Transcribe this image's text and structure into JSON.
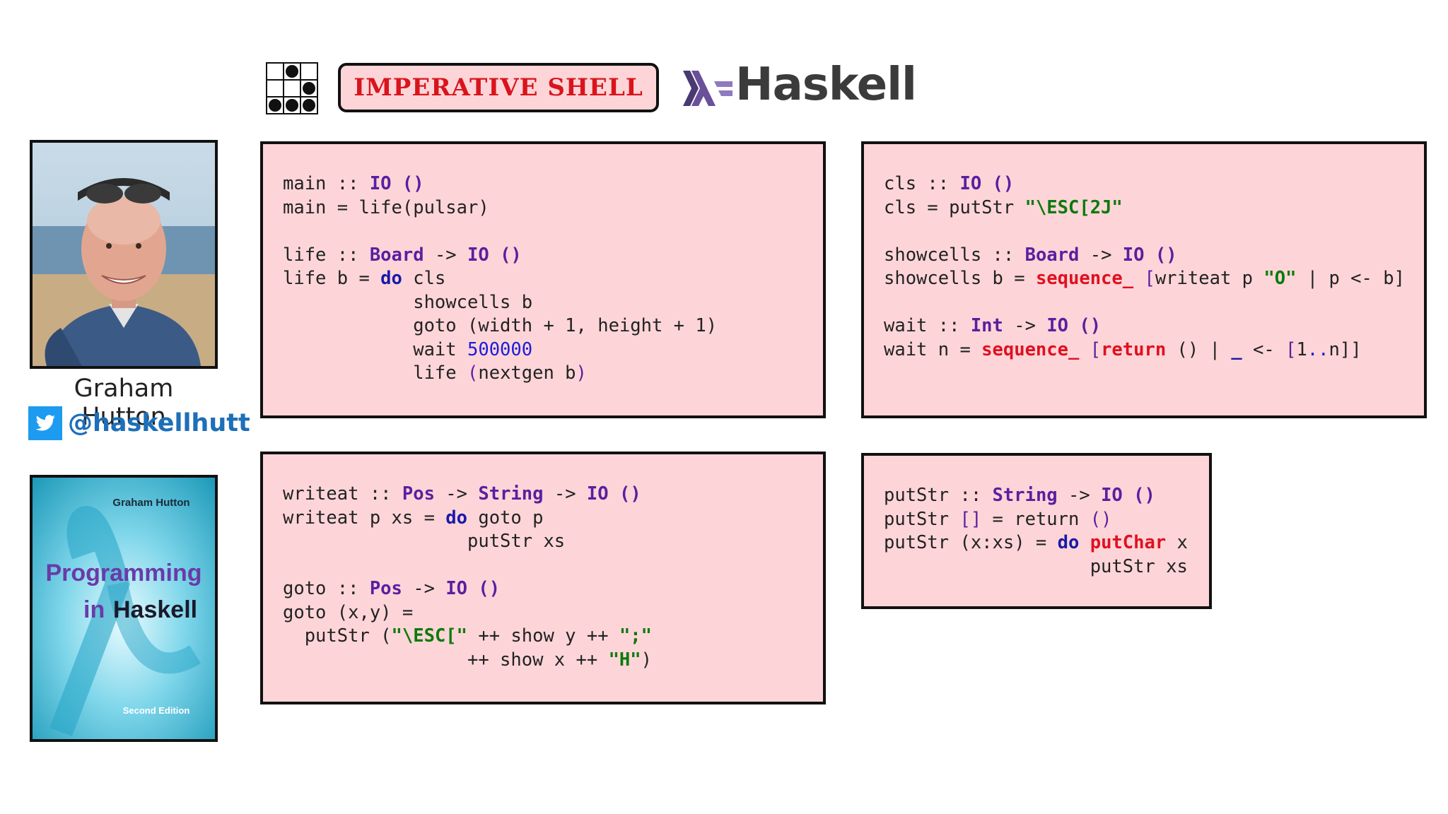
{
  "header": {
    "title": "IMPERATIVE SHELL",
    "logo_text": "Haskell",
    "glider_icon": "game-of-life-glider-icon",
    "haskell_logo_icon": "haskell-logo-icon"
  },
  "author": {
    "name": "Graham Hutton",
    "twitter_handle": "@haskellhutt",
    "twitter_icon": "twitter-bird-icon"
  },
  "book": {
    "author": "Graham Hutton",
    "title_line1": "Programming",
    "title_line2_a": "in",
    "title_line2_b": "Haskell",
    "edition": "Second Edition"
  },
  "colors": {
    "code_box_bg": "#fdd5d8",
    "title_red": "#d9141c",
    "keyword_purple": "#5a1fa0",
    "string_green": "#0b7a0b",
    "builtin_red": "#e01020",
    "number_blue": "#1c1cd8"
  },
  "code_boxes": [
    {
      "lines": [
        [
          [
            "main :: ",
            ""
          ],
          [
            "IO ()",
            "kw"
          ]
        ],
        [
          [
            "main = life(pulsar)",
            ""
          ]
        ],
        [
          [
            "",
            ""
          ]
        ],
        [
          [
            "life :: ",
            ""
          ],
          [
            "Board",
            "kw"
          ],
          [
            " -> ",
            ""
          ],
          [
            "IO ()",
            "kw"
          ]
        ],
        [
          [
            "life b = ",
            ""
          ],
          [
            "do",
            "do"
          ],
          [
            " cls",
            ""
          ]
        ],
        [
          [
            "            showcells b",
            ""
          ]
        ],
        [
          [
            "            goto (width + 1, height + 1)",
            ""
          ]
        ],
        [
          [
            "            wait ",
            ""
          ],
          [
            "500000",
            "num"
          ]
        ],
        [
          [
            "            life ",
            ""
          ],
          [
            "(",
            "pn"
          ],
          [
            "nextgen b",
            ""
          ],
          [
            ")",
            "pn"
          ]
        ]
      ]
    },
    {
      "lines": [
        [
          [
            "cls :: ",
            ""
          ],
          [
            "IO ()",
            "kw"
          ]
        ],
        [
          [
            "cls = putStr ",
            ""
          ],
          [
            "\"\\ESC[2J\"",
            "str"
          ]
        ],
        [
          [
            "",
            ""
          ]
        ],
        [
          [
            "showcells :: ",
            ""
          ],
          [
            "Board",
            "kw"
          ],
          [
            " -> ",
            ""
          ],
          [
            "IO ()",
            "kw"
          ]
        ],
        [
          [
            "showcells b = ",
            ""
          ],
          [
            "sequence_",
            "fn"
          ],
          [
            " ",
            ""
          ],
          [
            "[",
            "pn"
          ],
          [
            "writeat p ",
            ""
          ],
          [
            "\"O\"",
            "str"
          ],
          [
            " | p <- b]",
            ""
          ]
        ],
        [
          [
            "",
            ""
          ]
        ],
        [
          [
            "wait :: ",
            ""
          ],
          [
            "Int",
            "kw"
          ],
          [
            " -> ",
            ""
          ],
          [
            "IO ()",
            "kw"
          ]
        ],
        [
          [
            "wait n = ",
            ""
          ],
          [
            "sequence_",
            "fn"
          ],
          [
            " ",
            ""
          ],
          [
            "[",
            "pn"
          ],
          [
            "return",
            "fn"
          ],
          [
            " () | ",
            ""
          ],
          [
            "_",
            "do"
          ],
          [
            " <- ",
            ""
          ],
          [
            "[",
            "pn"
          ],
          [
            "1",
            ""
          ],
          [
            "..",
            "num"
          ],
          [
            "n]]",
            ""
          ]
        ]
      ]
    },
    {
      "lines": [
        [
          [
            "writeat :: ",
            ""
          ],
          [
            "Pos",
            "kw"
          ],
          [
            " -> ",
            ""
          ],
          [
            "String",
            "kw"
          ],
          [
            " -> ",
            ""
          ],
          [
            "IO ()",
            "kw"
          ]
        ],
        [
          [
            "writeat p xs = ",
            ""
          ],
          [
            "do",
            "do"
          ],
          [
            " goto p",
            ""
          ]
        ],
        [
          [
            "                 putStr xs",
            ""
          ]
        ],
        [
          [
            "",
            ""
          ]
        ],
        [
          [
            "goto :: ",
            ""
          ],
          [
            "Pos",
            "kw"
          ],
          [
            " -> ",
            ""
          ],
          [
            "IO ()",
            "kw"
          ]
        ],
        [
          [
            "goto (x,y) =",
            ""
          ]
        ],
        [
          [
            "  putStr (",
            ""
          ],
          [
            "\"\\ESC[\"",
            "str"
          ],
          [
            " ++ show y ++ ",
            ""
          ],
          [
            "\";\"",
            "str"
          ]
        ],
        [
          [
            "                 ++ show x ++ ",
            ""
          ],
          [
            "\"H\"",
            "str"
          ],
          [
            ")",
            ""
          ]
        ]
      ]
    },
    {
      "lines": [
        [
          [
            "putStr :: ",
            ""
          ],
          [
            "String",
            "kw"
          ],
          [
            " -> ",
            ""
          ],
          [
            "IO ()",
            "kw"
          ]
        ],
        [
          [
            "putStr ",
            ""
          ],
          [
            "[]",
            "pn"
          ],
          [
            " = return ",
            ""
          ],
          [
            "()",
            "pn"
          ]
        ],
        [
          [
            "putStr (x:xs) = ",
            ""
          ],
          [
            "do",
            "do"
          ],
          [
            " ",
            ""
          ],
          [
            "putChar",
            "fn"
          ],
          [
            " x",
            ""
          ]
        ],
        [
          [
            "                   putStr xs",
            ""
          ]
        ]
      ]
    }
  ]
}
